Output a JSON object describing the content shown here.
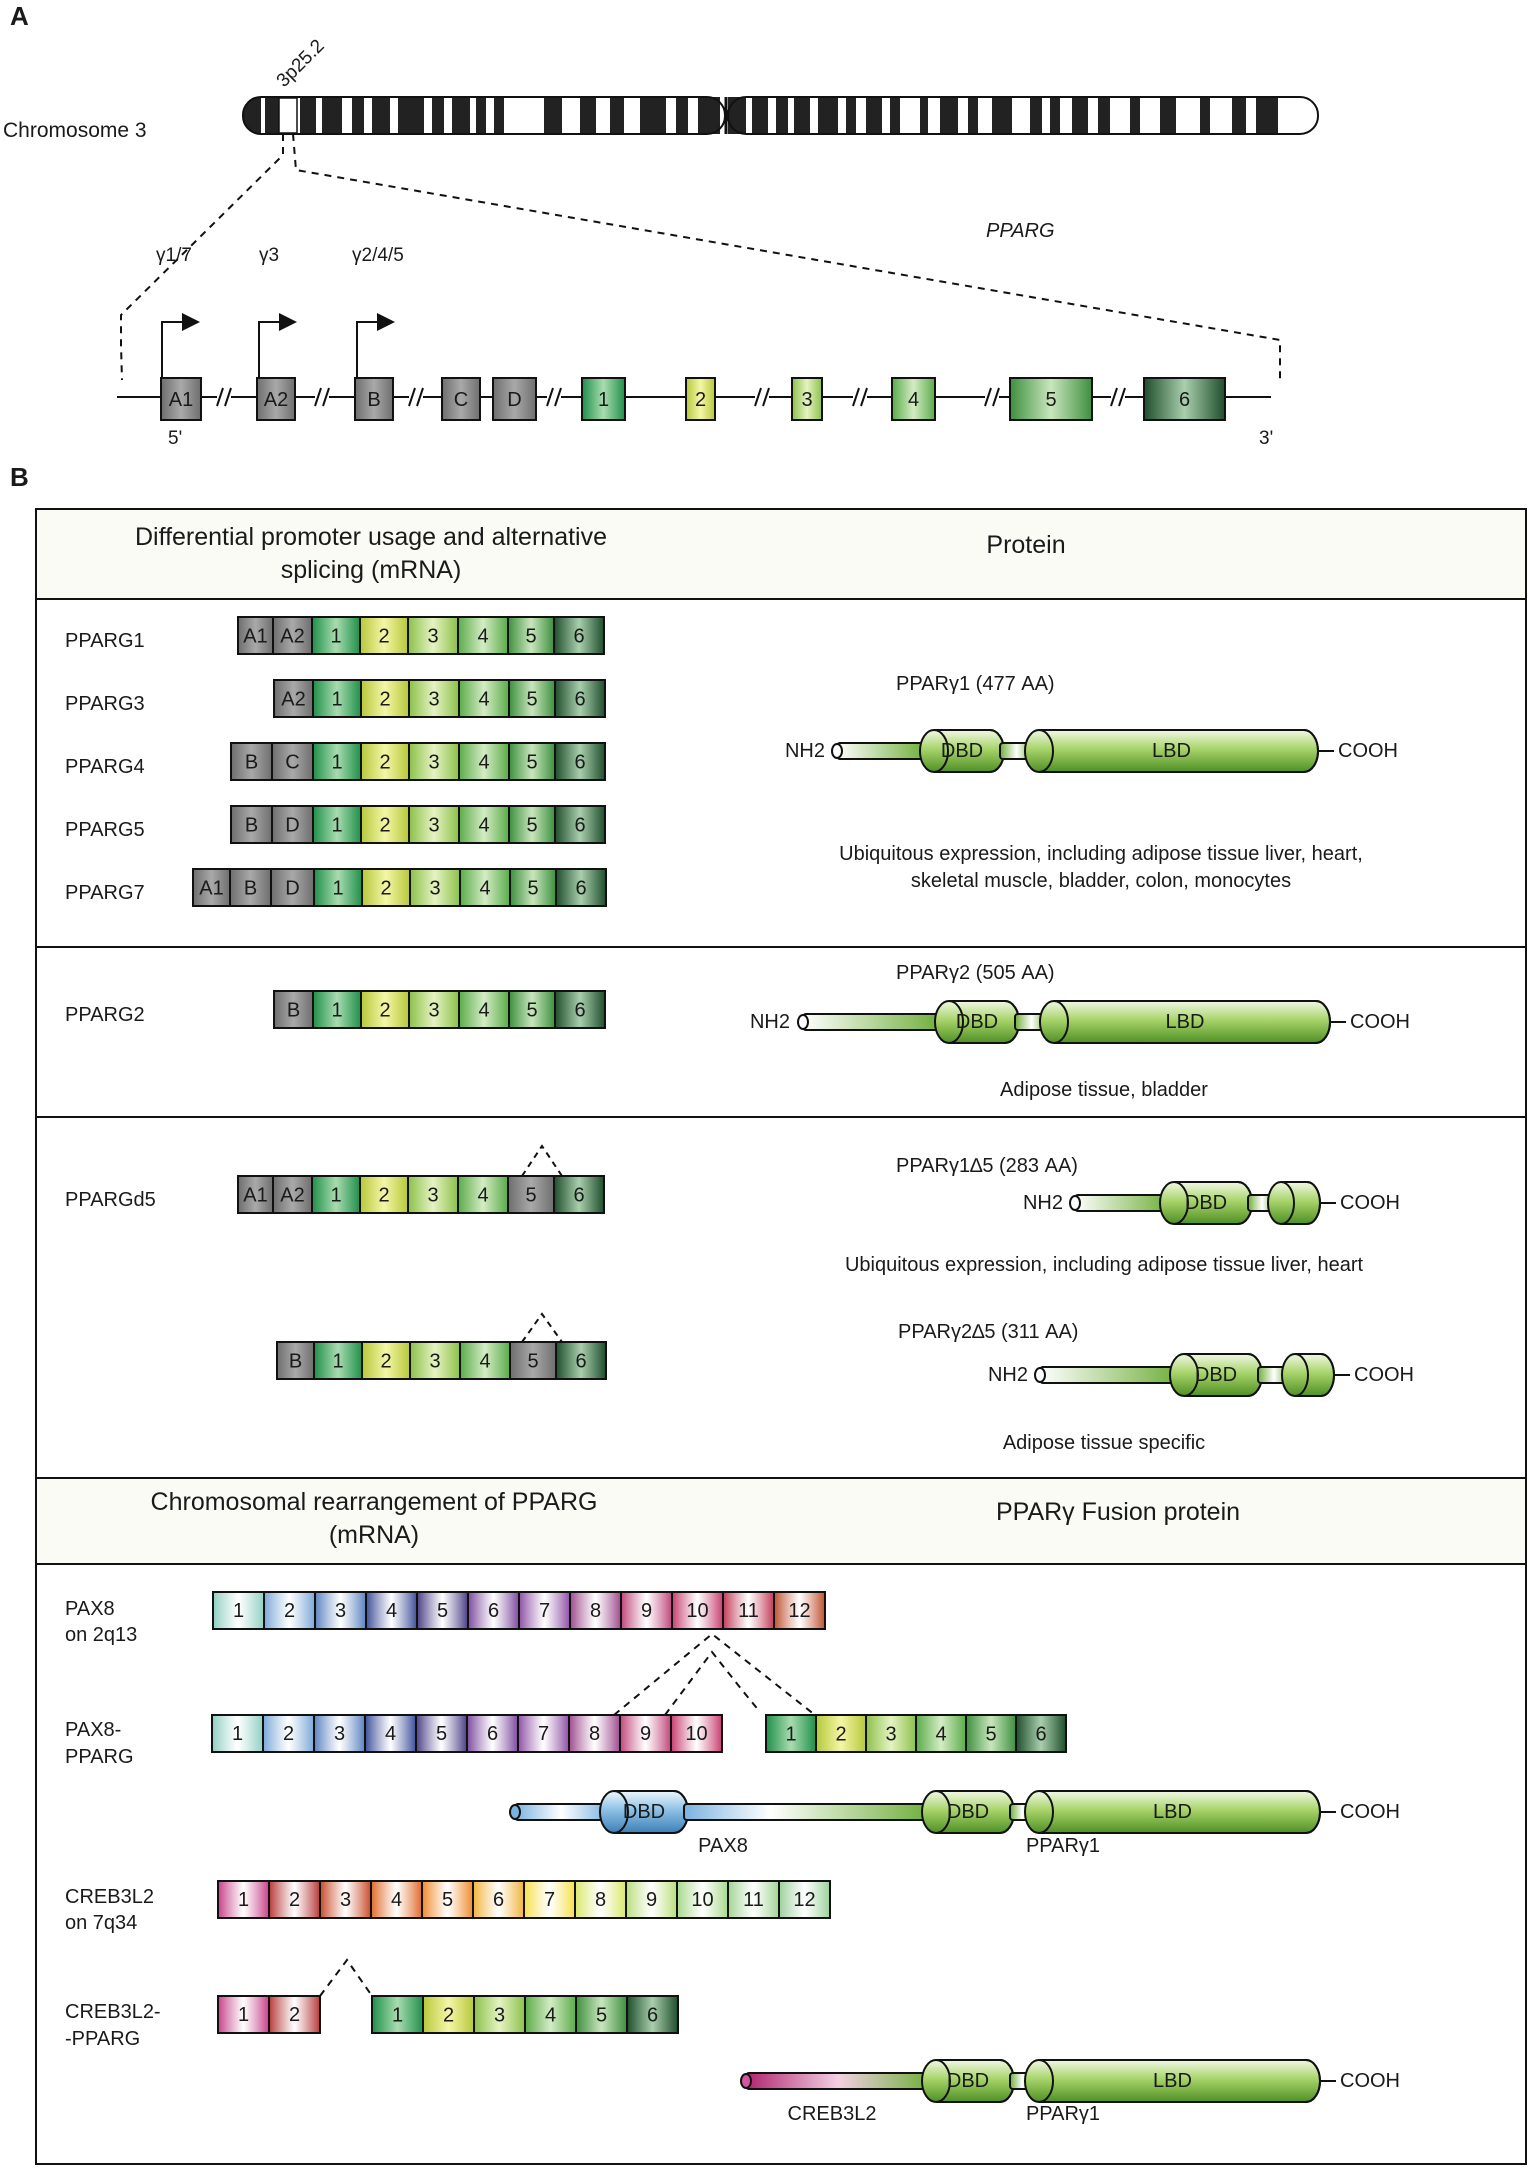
{
  "panel_a": {
    "label": "A",
    "chrom_label": "Chromosome 3",
    "band": "3p25.2",
    "gene": "PPARG",
    "promoters": [
      "γ1/7",
      "γ3",
      "γ2/4/5"
    ],
    "exons": [
      {
        "label": "A1",
        "color": "gray"
      },
      {
        "label": "A2",
        "color": "gray"
      },
      {
        "label": "B",
        "color": "gray"
      },
      {
        "label": "C",
        "color": "gray"
      },
      {
        "label": "D",
        "color": "gray"
      },
      {
        "label": "1",
        "color": "g1"
      },
      {
        "label": "2",
        "color": "g2"
      },
      {
        "label": "3",
        "color": "g3"
      },
      {
        "label": "4",
        "color": "g4"
      },
      {
        "label": "5",
        "color": "g5"
      },
      {
        "label": "6",
        "color": "g6"
      }
    ],
    "five_prime": "5'",
    "three_prime": "3'"
  },
  "panel_b": {
    "label": "B",
    "header1_left": [
      "Differential promoter usage and alternative",
      "splicing (mRNA)"
    ],
    "header1_right": "Protein",
    "isoforms": [
      {
        "name": "PPARG1",
        "exons": [
          "A1",
          "A2",
          "1",
          "2",
          "3",
          "4",
          "5",
          "6"
        ]
      },
      {
        "name": "PPARG3",
        "exons": [
          "A2",
          "1",
          "2",
          "3",
          "4",
          "5",
          "6"
        ]
      },
      {
        "name": "PPARG4",
        "exons": [
          "B",
          "C",
          "1",
          "2",
          "3",
          "4",
          "5",
          "6"
        ]
      },
      {
        "name": "PPARG5",
        "exons": [
          "B",
          "D",
          "1",
          "2",
          "3",
          "4",
          "5",
          "6"
        ]
      },
      {
        "name": "PPARG7",
        "exons": [
          "A1",
          "B",
          "D",
          "1",
          "2",
          "3",
          "4",
          "5",
          "6"
        ]
      },
      {
        "name": "PPARG2",
        "exons": [
          "B",
          "1",
          "2",
          "3",
          "4",
          "5",
          "6"
        ]
      },
      {
        "name": "PPARGd5",
        "exons": [
          "A1",
          "A2",
          "1",
          "2",
          "3",
          "4",
          "5",
          "6"
        ]
      },
      {
        "name": "",
        "exons": [
          "B",
          "1",
          "2",
          "3",
          "4",
          "5",
          "6"
        ]
      }
    ],
    "proteins": {
      "g1": {
        "title": "PPARγ1 (477 AA)",
        "desc": [
          "Ubiquitous expression, including adipose tissue liver, heart,",
          "skeletal muscle, bladder, colon, monocytes"
        ]
      },
      "g2": {
        "title": "PPARγ2 (505 AA)",
        "desc": [
          "Adipose tissue, bladder"
        ]
      },
      "g1d5": {
        "title": "PPARγ1∆5 (283 AA)",
        "desc": [
          "Ubiquitous expression, including adipose tissue liver, heart"
        ]
      },
      "g2d5": {
        "title": "PPARγ2∆5 (311 AA)",
        "desc": [
          "Adipose tissue specific"
        ]
      }
    },
    "domains": {
      "nh2": "NH2",
      "cooh": "COOH",
      "dbd": "DBD",
      "lbd": "LBD"
    },
    "header2_left": [
      "Chromosomal rearrangement of PPARG",
      "(mRNA)"
    ],
    "header2_right": "PPARγ Fusion protein",
    "fusions": {
      "pax8": {
        "name": [
          "PAX8",
          "on 2q13"
        ],
        "exons": [
          "1",
          "2",
          "3",
          "4",
          "5",
          "6",
          "7",
          "8",
          "9",
          "10",
          "11",
          "12"
        ]
      },
      "pax8_pparg": {
        "name": [
          "PAX8-",
          "PPARG"
        ],
        "left": [
          "1",
          "2",
          "3",
          "4",
          "5",
          "6",
          "7",
          "8",
          "9",
          "10"
        ],
        "right": [
          "1",
          "2",
          "3",
          "4",
          "5",
          "6"
        ]
      },
      "pax8_protein": {
        "part1": "PAX8",
        "part2": "PPARγ1"
      },
      "creb": {
        "name": [
          "CREB3L2",
          "on 7q34"
        ],
        "exons": [
          "1",
          "2",
          "3",
          "4",
          "5",
          "6",
          "7",
          "8",
          "9",
          "10",
          "11",
          "12"
        ]
      },
      "creb_pparg": {
        "name": [
          "CREB3L2-",
          "-PPARG"
        ],
        "left": [
          "1",
          "2"
        ],
        "right": [
          "1",
          "2",
          "3",
          "4",
          "5",
          "6"
        ]
      },
      "creb_protein": {
        "part1": "CREB3L2",
        "part2": "PPARγ1"
      }
    }
  }
}
